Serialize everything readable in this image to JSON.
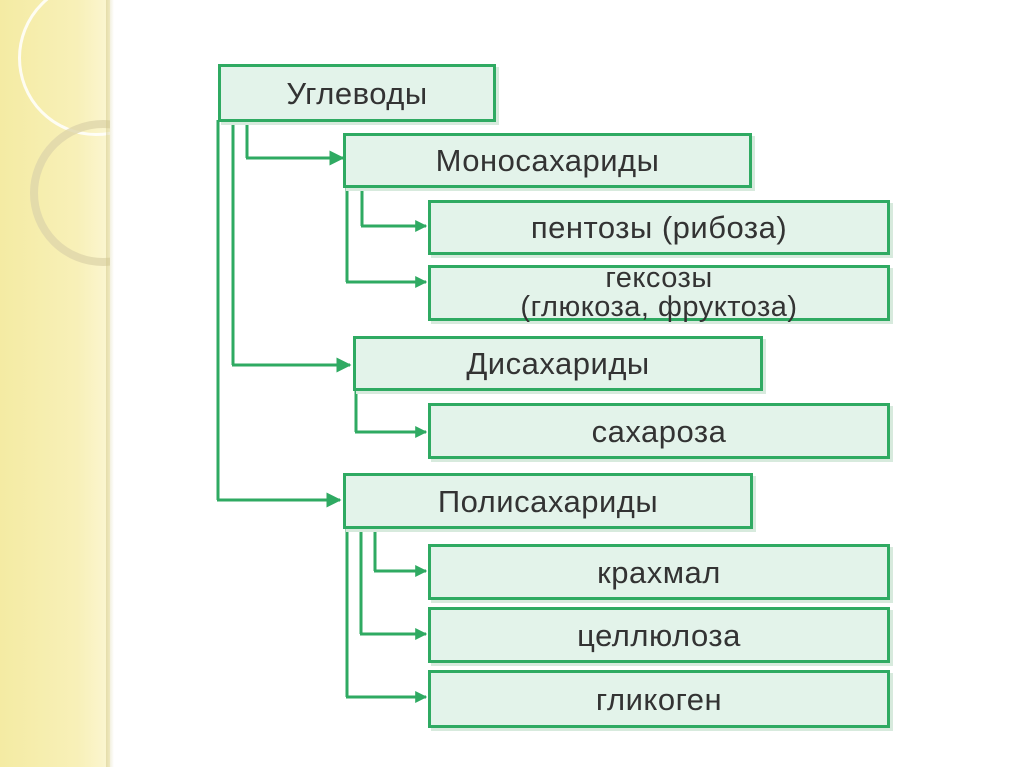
{
  "diagram": {
    "root": {
      "label": "Углеводы"
    },
    "groups": [
      {
        "label": "Моносахариды",
        "children": [
          {
            "label": "пентозы (рибоза)"
          },
          {
            "label_line1": "гексозы",
            "label_line2": "(глюкоза, фруктоза)"
          }
        ]
      },
      {
        "label": "Дисахариды",
        "children": [
          {
            "label": "сахароза"
          }
        ]
      },
      {
        "label": "Полисахариды",
        "children": [
          {
            "label": "крахмал"
          },
          {
            "label": "целлюлоза"
          },
          {
            "label": "гликоген"
          }
        ]
      }
    ],
    "colors": {
      "line": "#2faa62",
      "box_fill": "#e3f3ea",
      "text": "#333333",
      "side_band": "#f6eeae"
    }
  }
}
